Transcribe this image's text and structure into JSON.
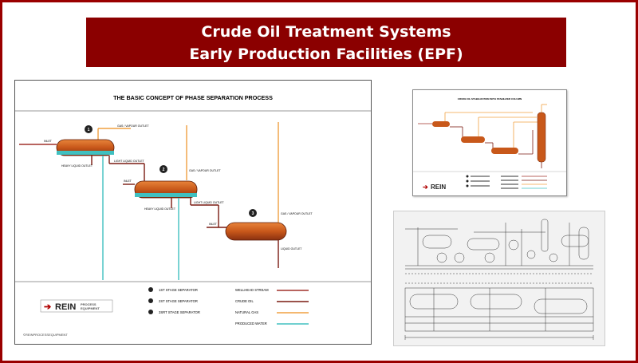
{
  "banner": {
    "line1": "Crude Oil Treatment Systems",
    "line2": "Early Production Facilities (EPF)"
  },
  "diagram": {
    "title": "THE BASIC CONCEPT OF PHASE SEPARATION PROCESS",
    "inlet": "INLET",
    "gas_outlet": "GAS / VAPOUR OUTLET",
    "heavy_liquid_outlet": "HEAVY LIQUID OUTLET",
    "light_liquid_outlet": "LIGHT LIQUID OUTLET",
    "liquid_outlet": "LIQUID OUTLET",
    "stage_numbers": [
      "1",
      "2",
      "3"
    ],
    "stages": [
      "1ST STAGE SEPARATOR",
      "2ST STAGE SEPARATOR",
      "3SRT STAGE SEPARATOR"
    ],
    "legend": [
      {
        "label": "WELLHEAD STREAM",
        "color": "#a0302a"
      },
      {
        "label": "CRUDE OIL",
        "color": "#7a1a10"
      },
      {
        "label": "NATURAL GAS",
        "color": "#f0a040"
      },
      {
        "label": "PRODUCED WATER",
        "color": "#40c0c0"
      }
    ],
    "logo_main": "REIN",
    "logo_sub1": "PROCESS",
    "logo_sub2": "EQUIPMENT",
    "copyright": "©REINPROCESSEQUIPMENT"
  },
  "thumb1": {
    "title": "CRUDE OIL STABILIZATION WITH STABILIZER COLUMN",
    "logo_main": "REIN"
  },
  "colors": {
    "brand_red": "#8b0000",
    "wellhead": "#a0302a",
    "crude": "#7a1a10",
    "gas": "#f0a040",
    "water": "#40c0c0",
    "vessel": "#c8581a"
  }
}
